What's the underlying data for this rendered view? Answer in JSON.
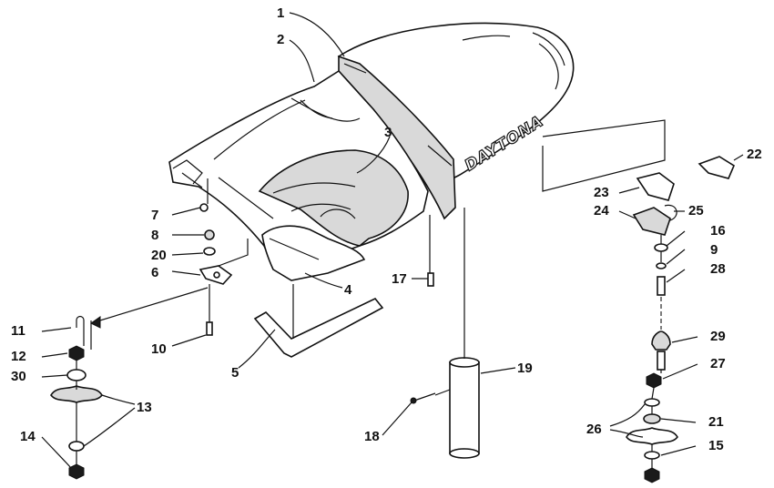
{
  "diagram": {
    "brand_text": "DAYTONA",
    "callouts": [
      {
        "id": "c1",
        "label": "1"
      },
      {
        "id": "c2",
        "label": "2"
      },
      {
        "id": "c3",
        "label": "3"
      },
      {
        "id": "c4",
        "label": "4"
      },
      {
        "id": "c5",
        "label": "5"
      },
      {
        "id": "c6",
        "label": "6"
      },
      {
        "id": "c7",
        "label": "7"
      },
      {
        "id": "c8",
        "label": "8"
      },
      {
        "id": "c9",
        "label": "9"
      },
      {
        "id": "c10",
        "label": "10"
      },
      {
        "id": "c11",
        "label": "11"
      },
      {
        "id": "c12",
        "label": "12"
      },
      {
        "id": "c13",
        "label": "13"
      },
      {
        "id": "c14",
        "label": "14"
      },
      {
        "id": "c15",
        "label": "15"
      },
      {
        "id": "c16",
        "label": "16"
      },
      {
        "id": "c17",
        "label": "17"
      },
      {
        "id": "c18",
        "label": "18"
      },
      {
        "id": "c19",
        "label": "19"
      },
      {
        "id": "c20",
        "label": "20"
      },
      {
        "id": "c21",
        "label": "21"
      },
      {
        "id": "c22",
        "label": "22"
      },
      {
        "id": "c23",
        "label": "23"
      },
      {
        "id": "c24",
        "label": "24"
      },
      {
        "id": "c25",
        "label": "25"
      },
      {
        "id": "c26",
        "label": "26"
      },
      {
        "id": "c27",
        "label": "27"
      },
      {
        "id": "c28",
        "label": "28"
      },
      {
        "id": "c29",
        "label": "29"
      },
      {
        "id": "c30",
        "label": "30"
      }
    ]
  }
}
